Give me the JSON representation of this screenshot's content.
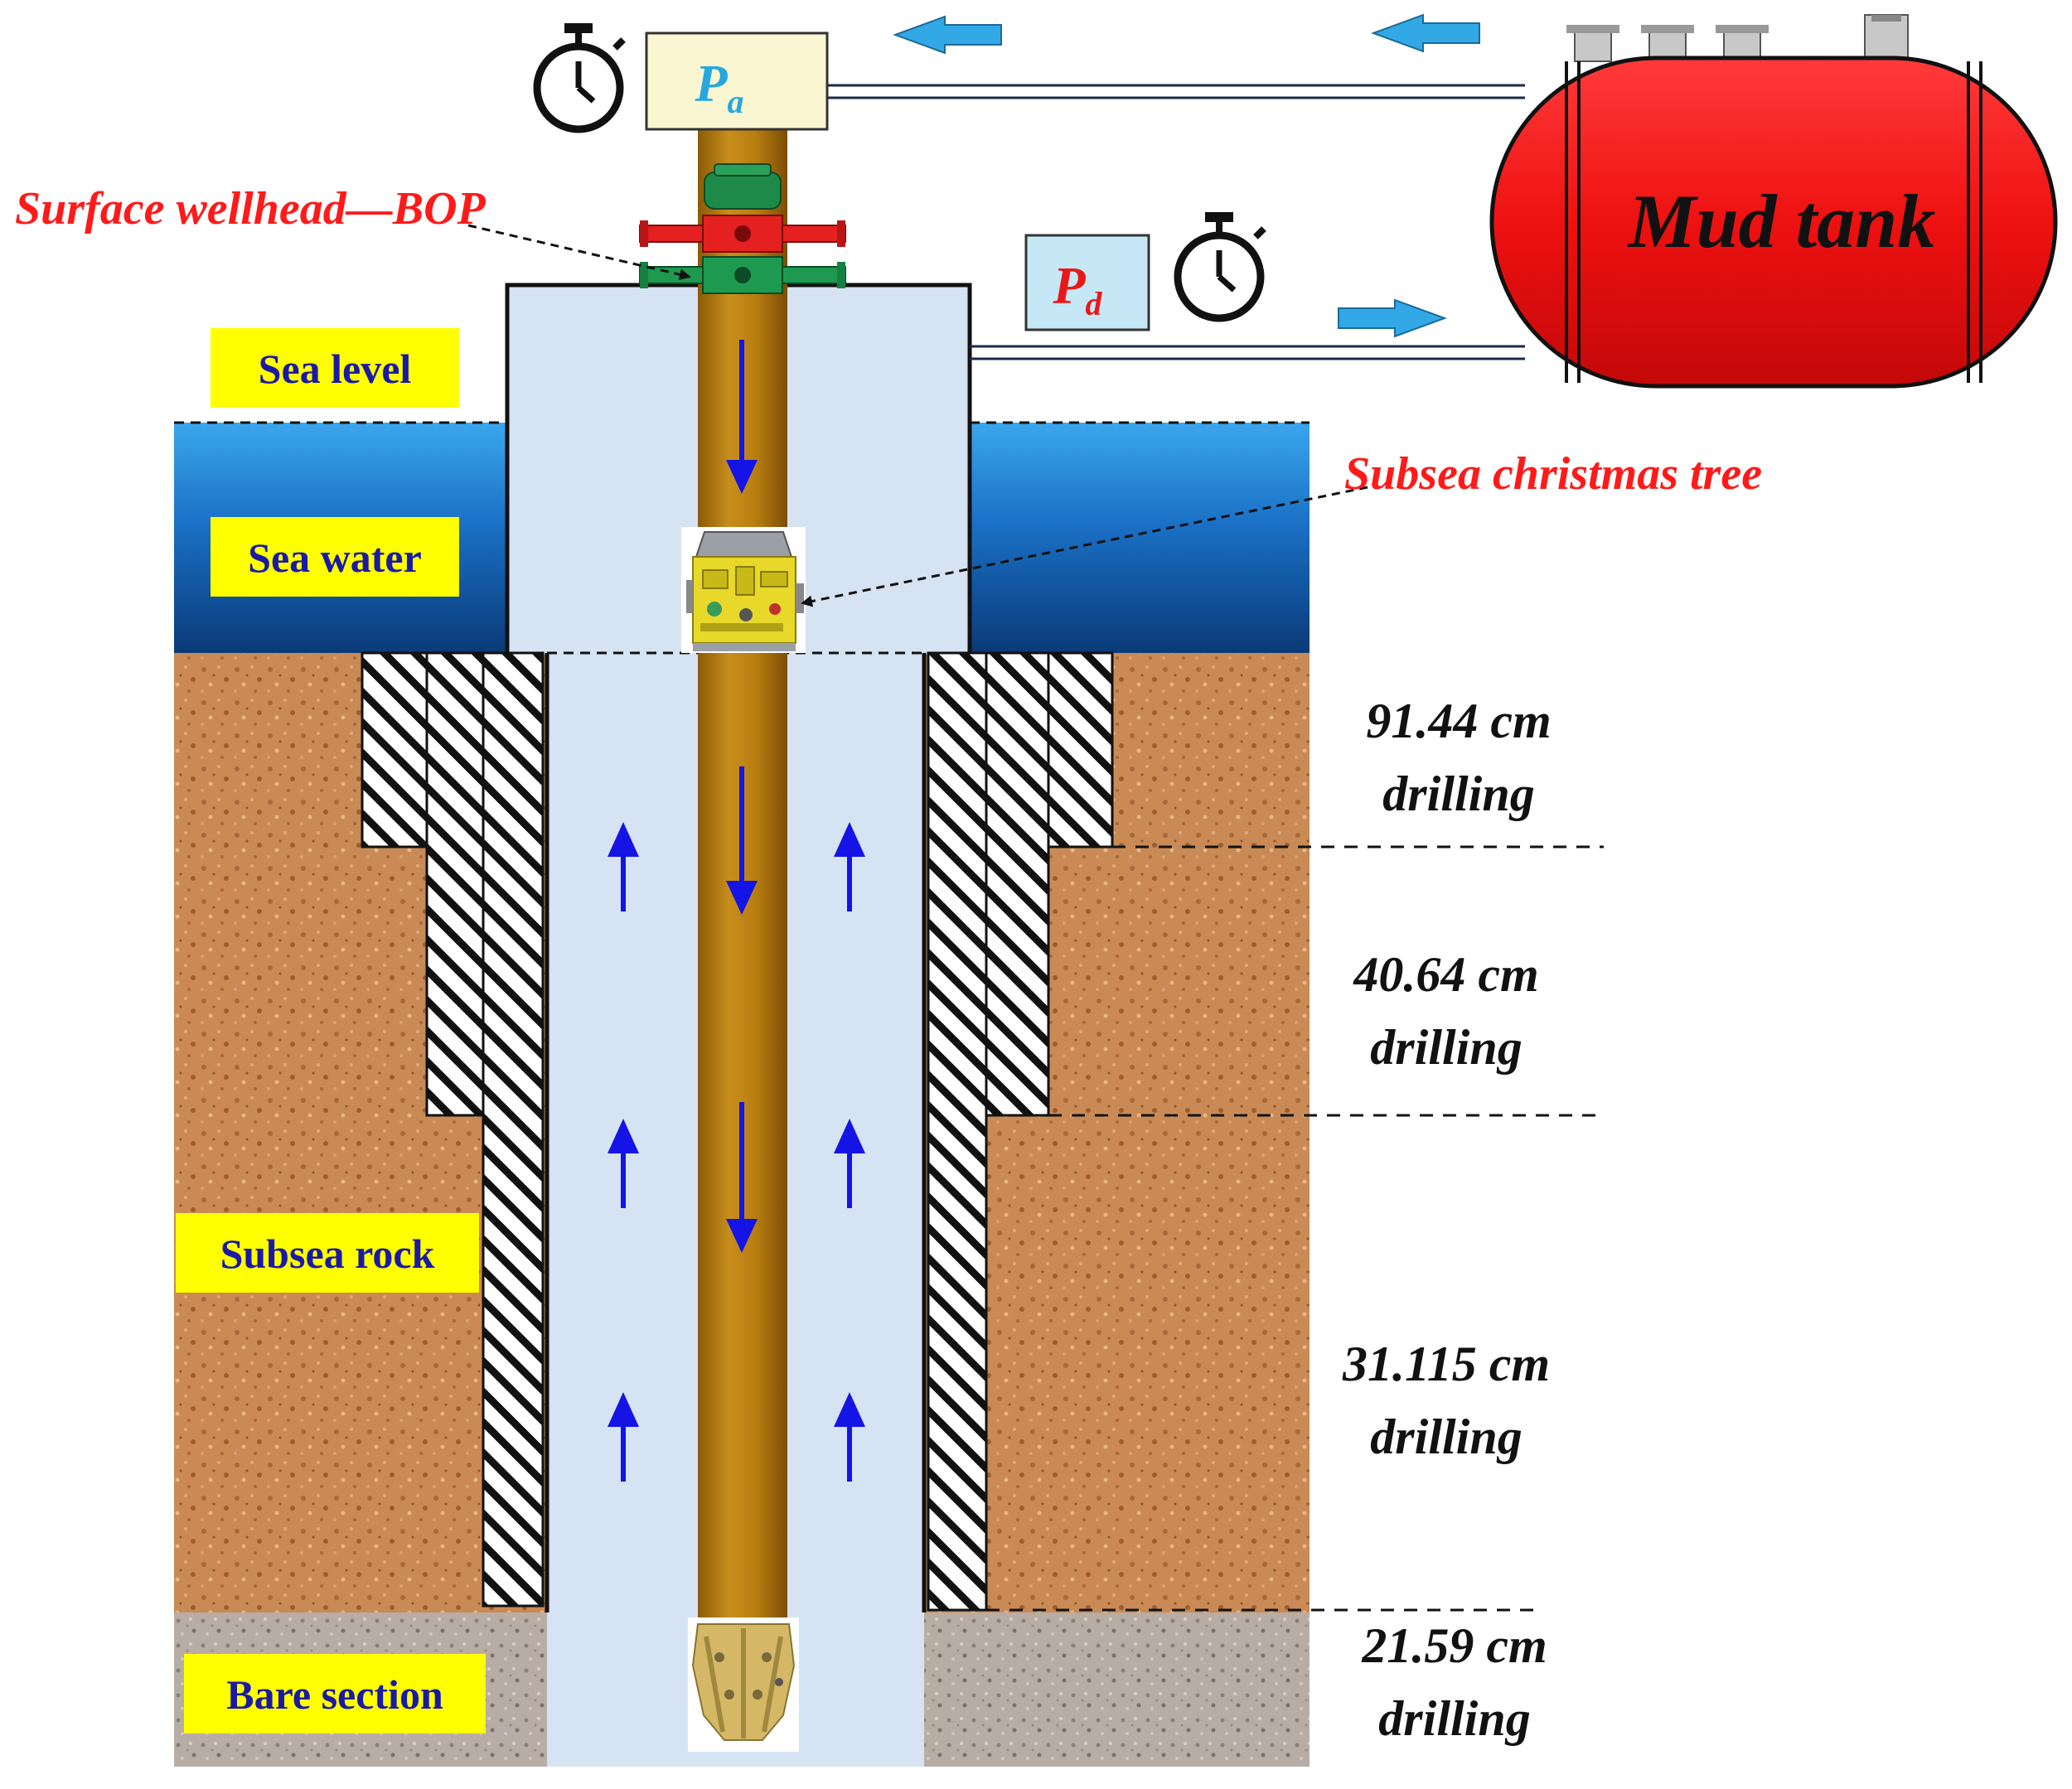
{
  "labels": {
    "sea_level": "Sea level",
    "sea_water": "Sea water",
    "subsea_rock": "Subsea rock",
    "bare_section": "Bare section",
    "surface_wellhead": "Surface wellhead—BOP",
    "christmas_tree": "Subsea christmas tree",
    "mud_tank": "Mud tank"
  },
  "gauges": {
    "pa": {
      "symbol": "P",
      "subscript": "a"
    },
    "pd": {
      "symbol": "P",
      "subscript": "d"
    }
  },
  "drilling_sections": [
    {
      "size": "91.44 cm",
      "word": "drilling"
    },
    {
      "size": "40.64 cm",
      "word": "drilling"
    },
    {
      "size": "31.115 cm",
      "word": "drilling"
    },
    {
      "size": "21.59 cm",
      "word": "drilling"
    }
  ],
  "colors": {
    "label_bg": "#ffff00",
    "label_text": "#1a1aa6",
    "callout_text": "#ff1a1a",
    "flow_arrow": "#1414e6",
    "pipe_arrow": "#33a8e6",
    "drill_string": "#b87d10",
    "rock": "#c98a55",
    "bare": "#b8ada4",
    "water": "#1a7ad6",
    "tank": "#ee1111",
    "annulus": "#d6e3f3"
  },
  "icons": [
    "stopwatch-icon",
    "bop-icon",
    "christmas-tree-icon",
    "drill-bit-icon"
  ]
}
